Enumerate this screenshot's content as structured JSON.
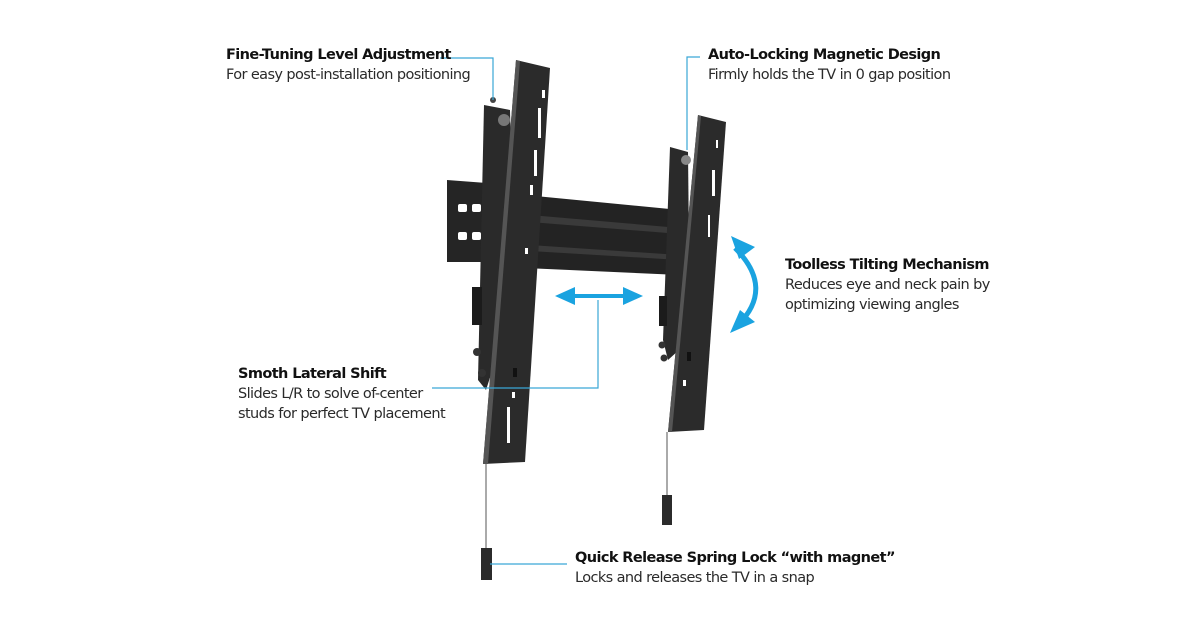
{
  "colors": {
    "accent": "#1aa3e0",
    "callout_line": "#3aa7d6",
    "mount_dark": "#1e1e1e",
    "mount_mid": "#2b2b2b"
  },
  "features": [
    {
      "id": "fine-tuning",
      "title": "Fine-Tuning Level Adjustment",
      "description": "For easy post-installation positioning"
    },
    {
      "id": "auto-locking",
      "title": "Auto-Locking Magnetic Design",
      "description": "Firmly holds the TV in 0 gap position"
    },
    {
      "id": "tilting",
      "title": "Toolless Tilting Mechanism",
      "description_lines": [
        "Reduces eye and neck pain by",
        "optimizing viewing angles"
      ]
    },
    {
      "id": "lateral-shift",
      "title": "Smoth Lateral Shift",
      "description_lines": [
        "Slides L/R to solve of-center",
        "studs for perfect TV placement"
      ]
    },
    {
      "id": "quick-release",
      "title": "Quick Release Spring Lock “with magnet”",
      "description": "Locks and releases the TV in a snap"
    }
  ],
  "icons": {
    "lateral_arrow": "double-arrow-horizontal-icon",
    "tilt_arrow": "curved-double-arrow-icon"
  }
}
